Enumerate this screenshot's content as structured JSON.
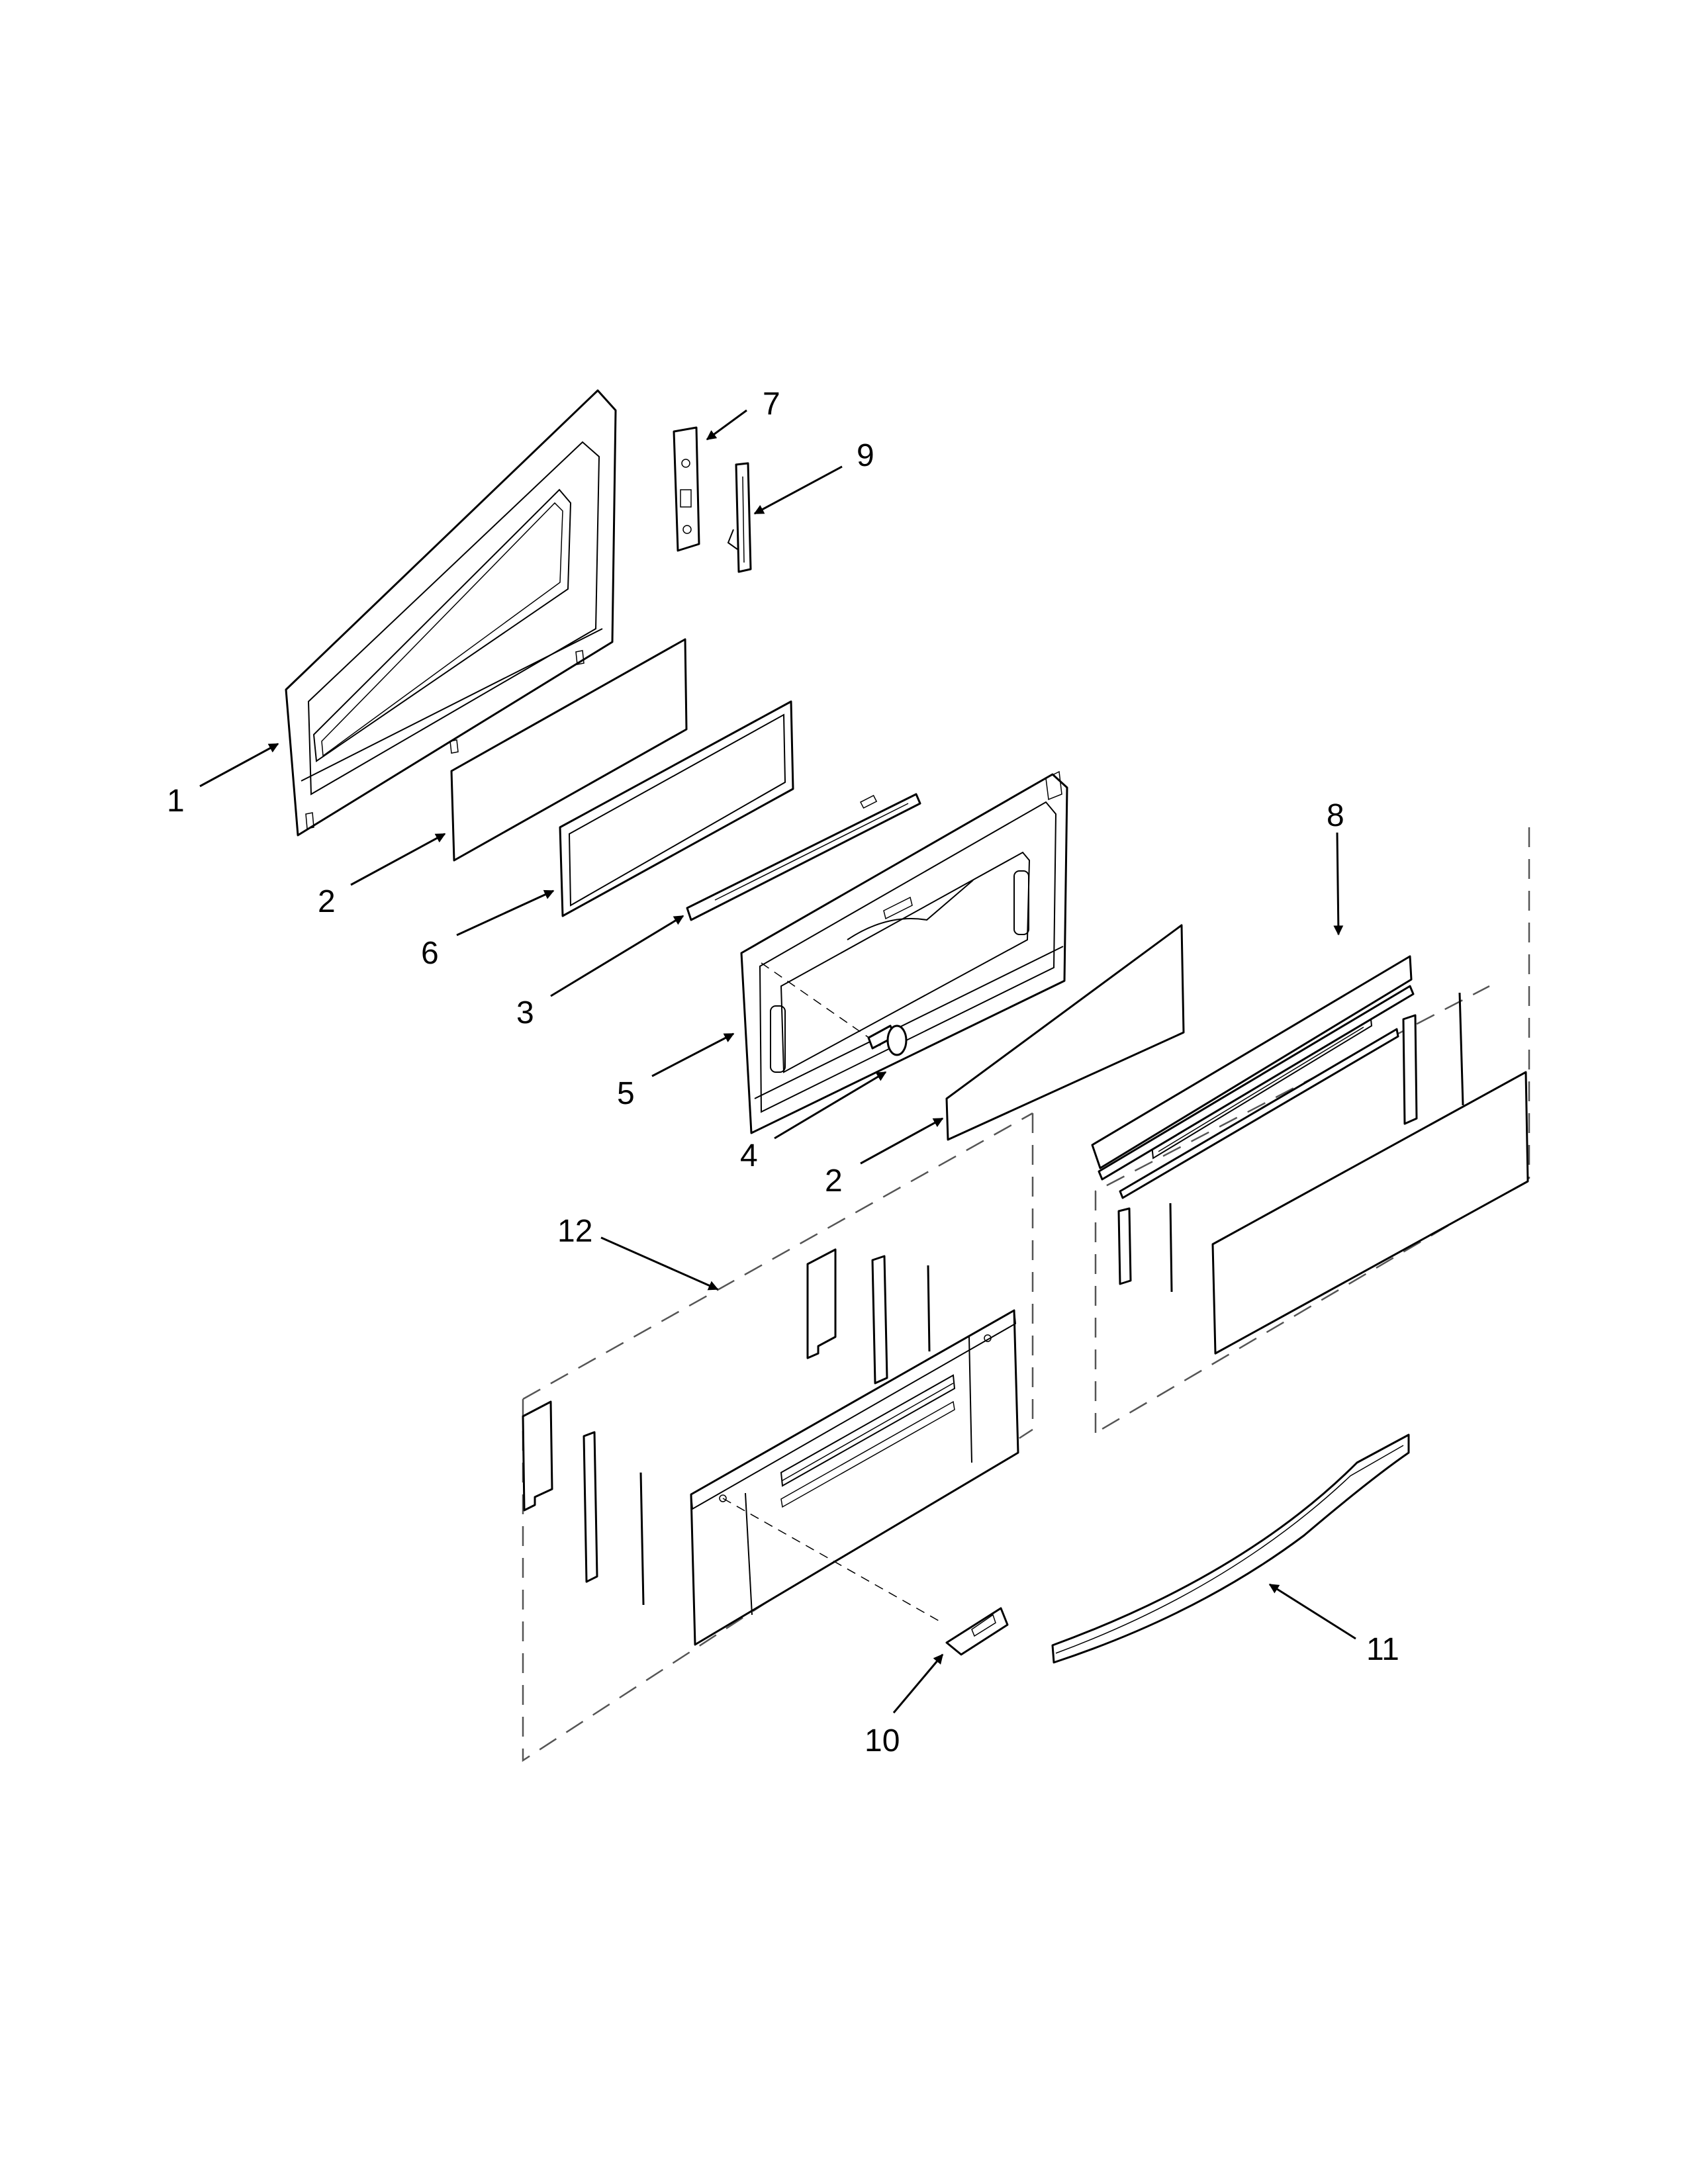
{
  "callouts": {
    "c1": "1",
    "c2a": "2",
    "c2b": "2",
    "c3": "3",
    "c4": "4",
    "c5": "5",
    "c6": "6",
    "c7": "7",
    "c8": "8",
    "c9": "9",
    "c10": "10",
    "c11": "11",
    "c12": "12"
  }
}
